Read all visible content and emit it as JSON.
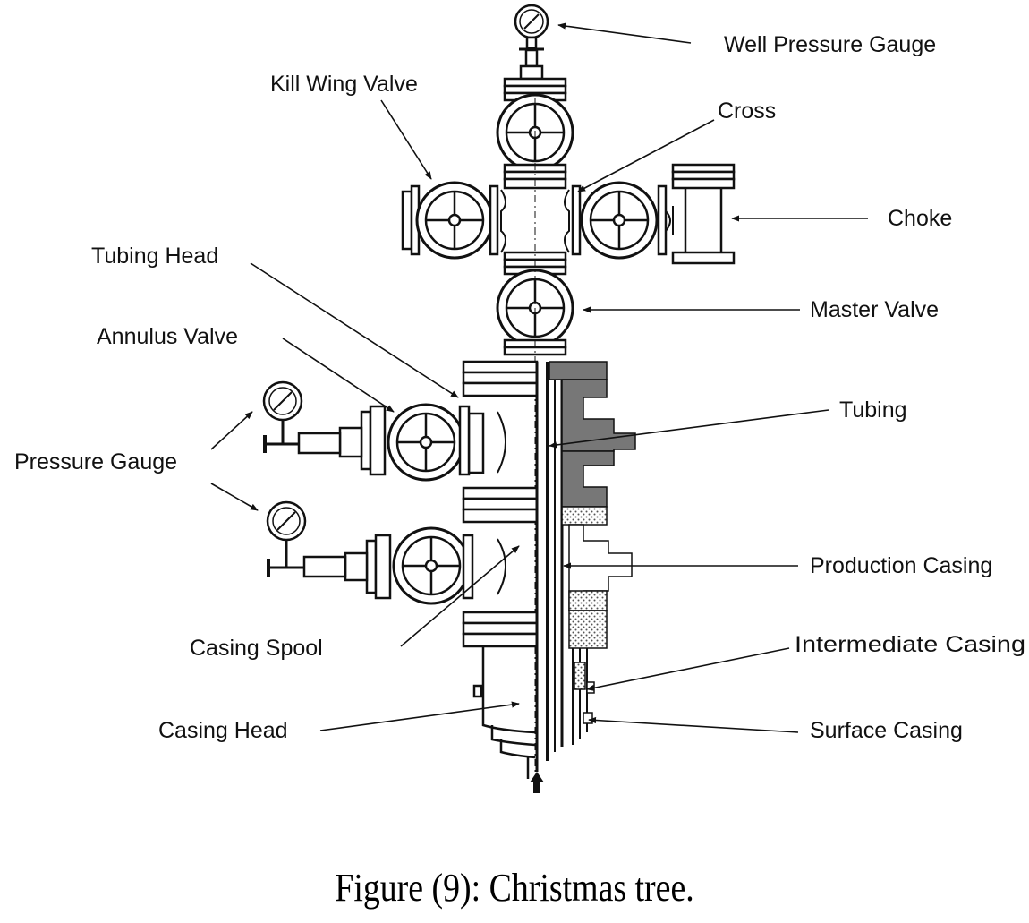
{
  "labels": {
    "well_pressure_gauge": "Well Pressure Gauge",
    "kill_wing_valve": "Kill Wing Valve",
    "cross": "Cross",
    "choke": "Choke",
    "tubing_head": "Tubing Head",
    "master_valve": "Master Valve",
    "annulus_valve": "Annulus Valve",
    "tubing": "Tubing",
    "pressure_gauge": "Pressure Gauge",
    "production_casing": "Production Casing",
    "casing_spool": "Casing Spool",
    "intermediate_casing": "Intermediate Casing",
    "casing_head": "Casing Head",
    "surface_casing": "Surface Casing"
  },
  "caption": "Figure (9): Christmas tree."
}
